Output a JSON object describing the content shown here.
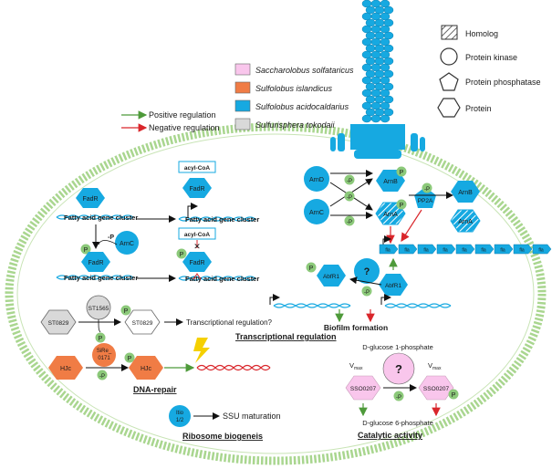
{
  "legend_species": [
    {
      "label": "Saccharolobus solfataricus",
      "color": "#f9c6ec"
    },
    {
      "label": "Sulfolobus islandicus",
      "color": "#f07c45"
    },
    {
      "label": "Sulfolobus acidocaldarius",
      "color": "#16a9e1"
    },
    {
      "label": "Sulfurisphera tokodaii",
      "color": "#c8c8c8"
    }
  ],
  "legend_shapes": [
    {
      "label": "Homolog",
      "icon": "hatched-square"
    },
    {
      "label": "Protein kinase",
      "icon": "circle"
    },
    {
      "label": "Protein phosphatase",
      "icon": "pentagon"
    },
    {
      "label": "Protein",
      "icon": "hexagon"
    }
  ],
  "legend_regulation": [
    {
      "label": "Positive regulation",
      "color": "#4e9a3a"
    },
    {
      "label": "Negative regulation",
      "color": "#d9262b"
    }
  ],
  "labels": {
    "fadr": "FadR",
    "arnc": "ArnC",
    "arnd": "ArnD",
    "arnb": "ArnB",
    "arna": "ArnA",
    "pp2a": "PP2A",
    "abfr1": "AbfR1",
    "unknown": "?",
    "st0829": "ST0829",
    "st1565": "ST1565",
    "hjc": "HJc",
    "sire": "SiRe_\n0171",
    "itio": "Itio\n1/2",
    "sso0207": "SSO0207",
    "acyl_coa": "acyl-CoA",
    "fatty_acid_cluster": "Fatty acid gene cluster",
    "phospho": "P",
    "minus_p": "-P",
    "fla": "fla",
    "vmax": "V",
    "vmax_sub": "max",
    "transcriptional_question": "Transcriptional regulation?",
    "biofilm": "Biofilm formation",
    "ssu": "SSU maturation",
    "glucose1p": "D-glucose 1-phosphate",
    "glucose6p": "D-glucose 6-phosphate"
  },
  "sections": {
    "transcriptional": "Transcriptional regulation",
    "dna_repair": "DNA-repair",
    "ribosome": "Ribosome biogeneis",
    "catalytic": "Catalytic activity"
  },
  "colors": {
    "blue": "#16a9e1",
    "orange": "#f07c45",
    "pink": "#f9c6ec",
    "grey": "#d9d9d9",
    "green_p": "#8cc97a",
    "membrane": "#a9d68f",
    "positive": "#4e9a3a",
    "negative": "#d9262b"
  }
}
